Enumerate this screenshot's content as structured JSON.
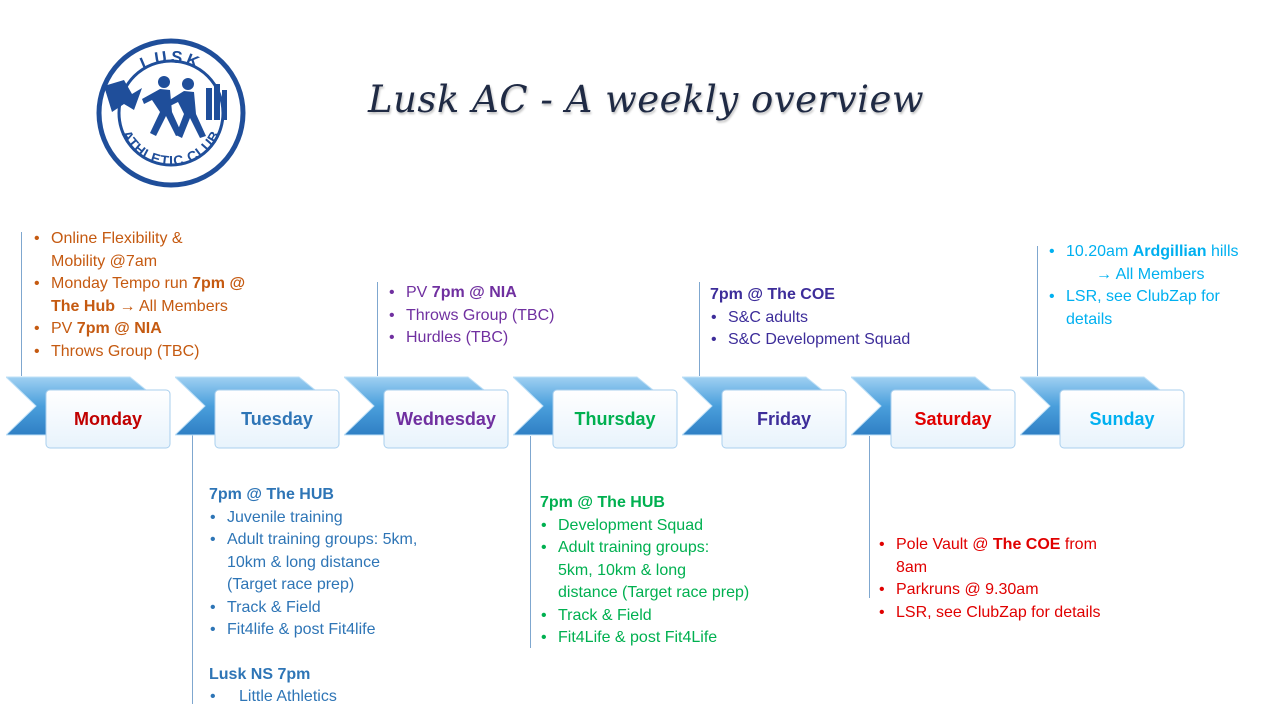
{
  "title": "Lusk AC - A weekly overview",
  "logo": {
    "top_text": "LUSK",
    "bottom_text": "ATHLETIC CLUB",
    "icon": "club-crest-runners-eagle"
  },
  "colors": {
    "monday": "#c00000",
    "tuesday": "#2e75b6",
    "wednesday": "#7030a0",
    "thursday": "#00b050",
    "friday": "#3d2d9a",
    "saturday": "#e00000",
    "sunday": "#00b0f0",
    "monday_text": "#c55a11",
    "friday_text": "#1f3a93"
  },
  "days": [
    {
      "key": "monday",
      "label": "Monday"
    },
    {
      "key": "tuesday",
      "label": "Tuesday"
    },
    {
      "key": "wednesday",
      "label": "Wednesday"
    },
    {
      "key": "thursday",
      "label": "Thursday"
    },
    {
      "key": "friday",
      "label": "Friday"
    },
    {
      "key": "saturday",
      "label": "Saturday"
    },
    {
      "key": "sunday",
      "label": "Sunday"
    }
  ],
  "monday": {
    "items": [
      {
        "pre": "Online Flexibility &",
        "cont": "Mobility @7am"
      },
      {
        "pre": "Monday Tempo run ",
        "bold": "7pm @",
        "cont_bold": "The Hub",
        "cont": " → All Members"
      },
      {
        "pre": "PV ",
        "bold": "7pm @ NIA"
      },
      {
        "pre": "Throws Group (TBC)"
      }
    ]
  },
  "tuesday": {
    "heading": "7pm @ The HUB",
    "items": [
      "Juvenile training",
      "Adult training groups: 5km,",
      "10km & long distance",
      "(Target race prep)",
      "Track & Field",
      "Fit4life & post Fit4life"
    ],
    "heading2": "Lusk NS 7pm",
    "items2": [
      "Little Athletics"
    ]
  },
  "wednesday": {
    "items": [
      {
        "pre": "PV ",
        "bold": "7pm @ NIA"
      },
      {
        "pre": "Throws Group (TBC)"
      },
      {
        "pre": "Hurdles (TBC)"
      }
    ]
  },
  "thursday": {
    "heading": "7pm @ The HUB",
    "items": [
      "Development Squad",
      "Adult training groups:",
      "5km, 10km & long",
      "distance (Target race prep)",
      "Track & Field",
      "Fit4Life & post Fit4Life"
    ]
  },
  "friday": {
    "heading": "7pm @ The COE",
    "items": [
      "S&C adults",
      "S&C Development Squad"
    ]
  },
  "saturday": {
    "items": [
      {
        "pre": "Pole Vault @ ",
        "bold": "The COE",
        "post": " from 8am"
      },
      {
        "pre": "Parkruns @ 9.30am"
      },
      {
        "pre": "LSR, see ClubZap for details"
      }
    ]
  },
  "sunday": {
    "items": [
      {
        "pre": "10.20am ",
        "bold": "Ardgillian",
        "post": " hills",
        "cont": "→ All Members"
      },
      {
        "pre": "LSR, see ClubZap for",
        "cont2": "details"
      }
    ]
  }
}
